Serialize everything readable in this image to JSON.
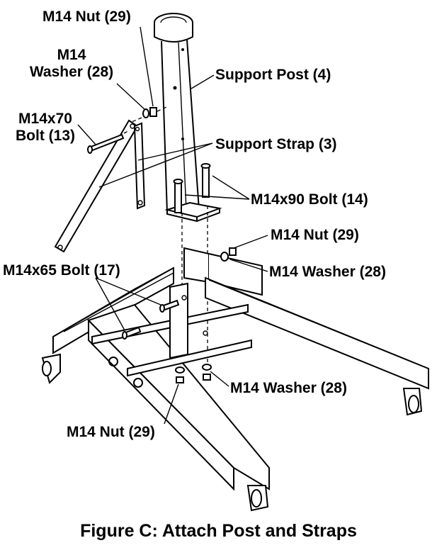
{
  "figure": {
    "caption": "Figure C:  Attach Post and Straps"
  },
  "labels": {
    "nut_top": "M14 Nut (29)",
    "washer_top_line1": "M14",
    "washer_top_line2": "Washer (28)",
    "bolt70_line1": "M14x70",
    "bolt70_line2": "Bolt (13)",
    "support_post": "Support Post (4)",
    "support_strap": "Support Strap (3)",
    "bolt90": "M14x90 Bolt (14)",
    "nut_right": "M14 Nut (29)",
    "washer_right": "M14 Washer (28)",
    "bolt65": "M14x65 Bolt (17)",
    "washer_bottom": "M14 Washer (28)",
    "nut_bottom": "M14 Nut (29)"
  }
}
